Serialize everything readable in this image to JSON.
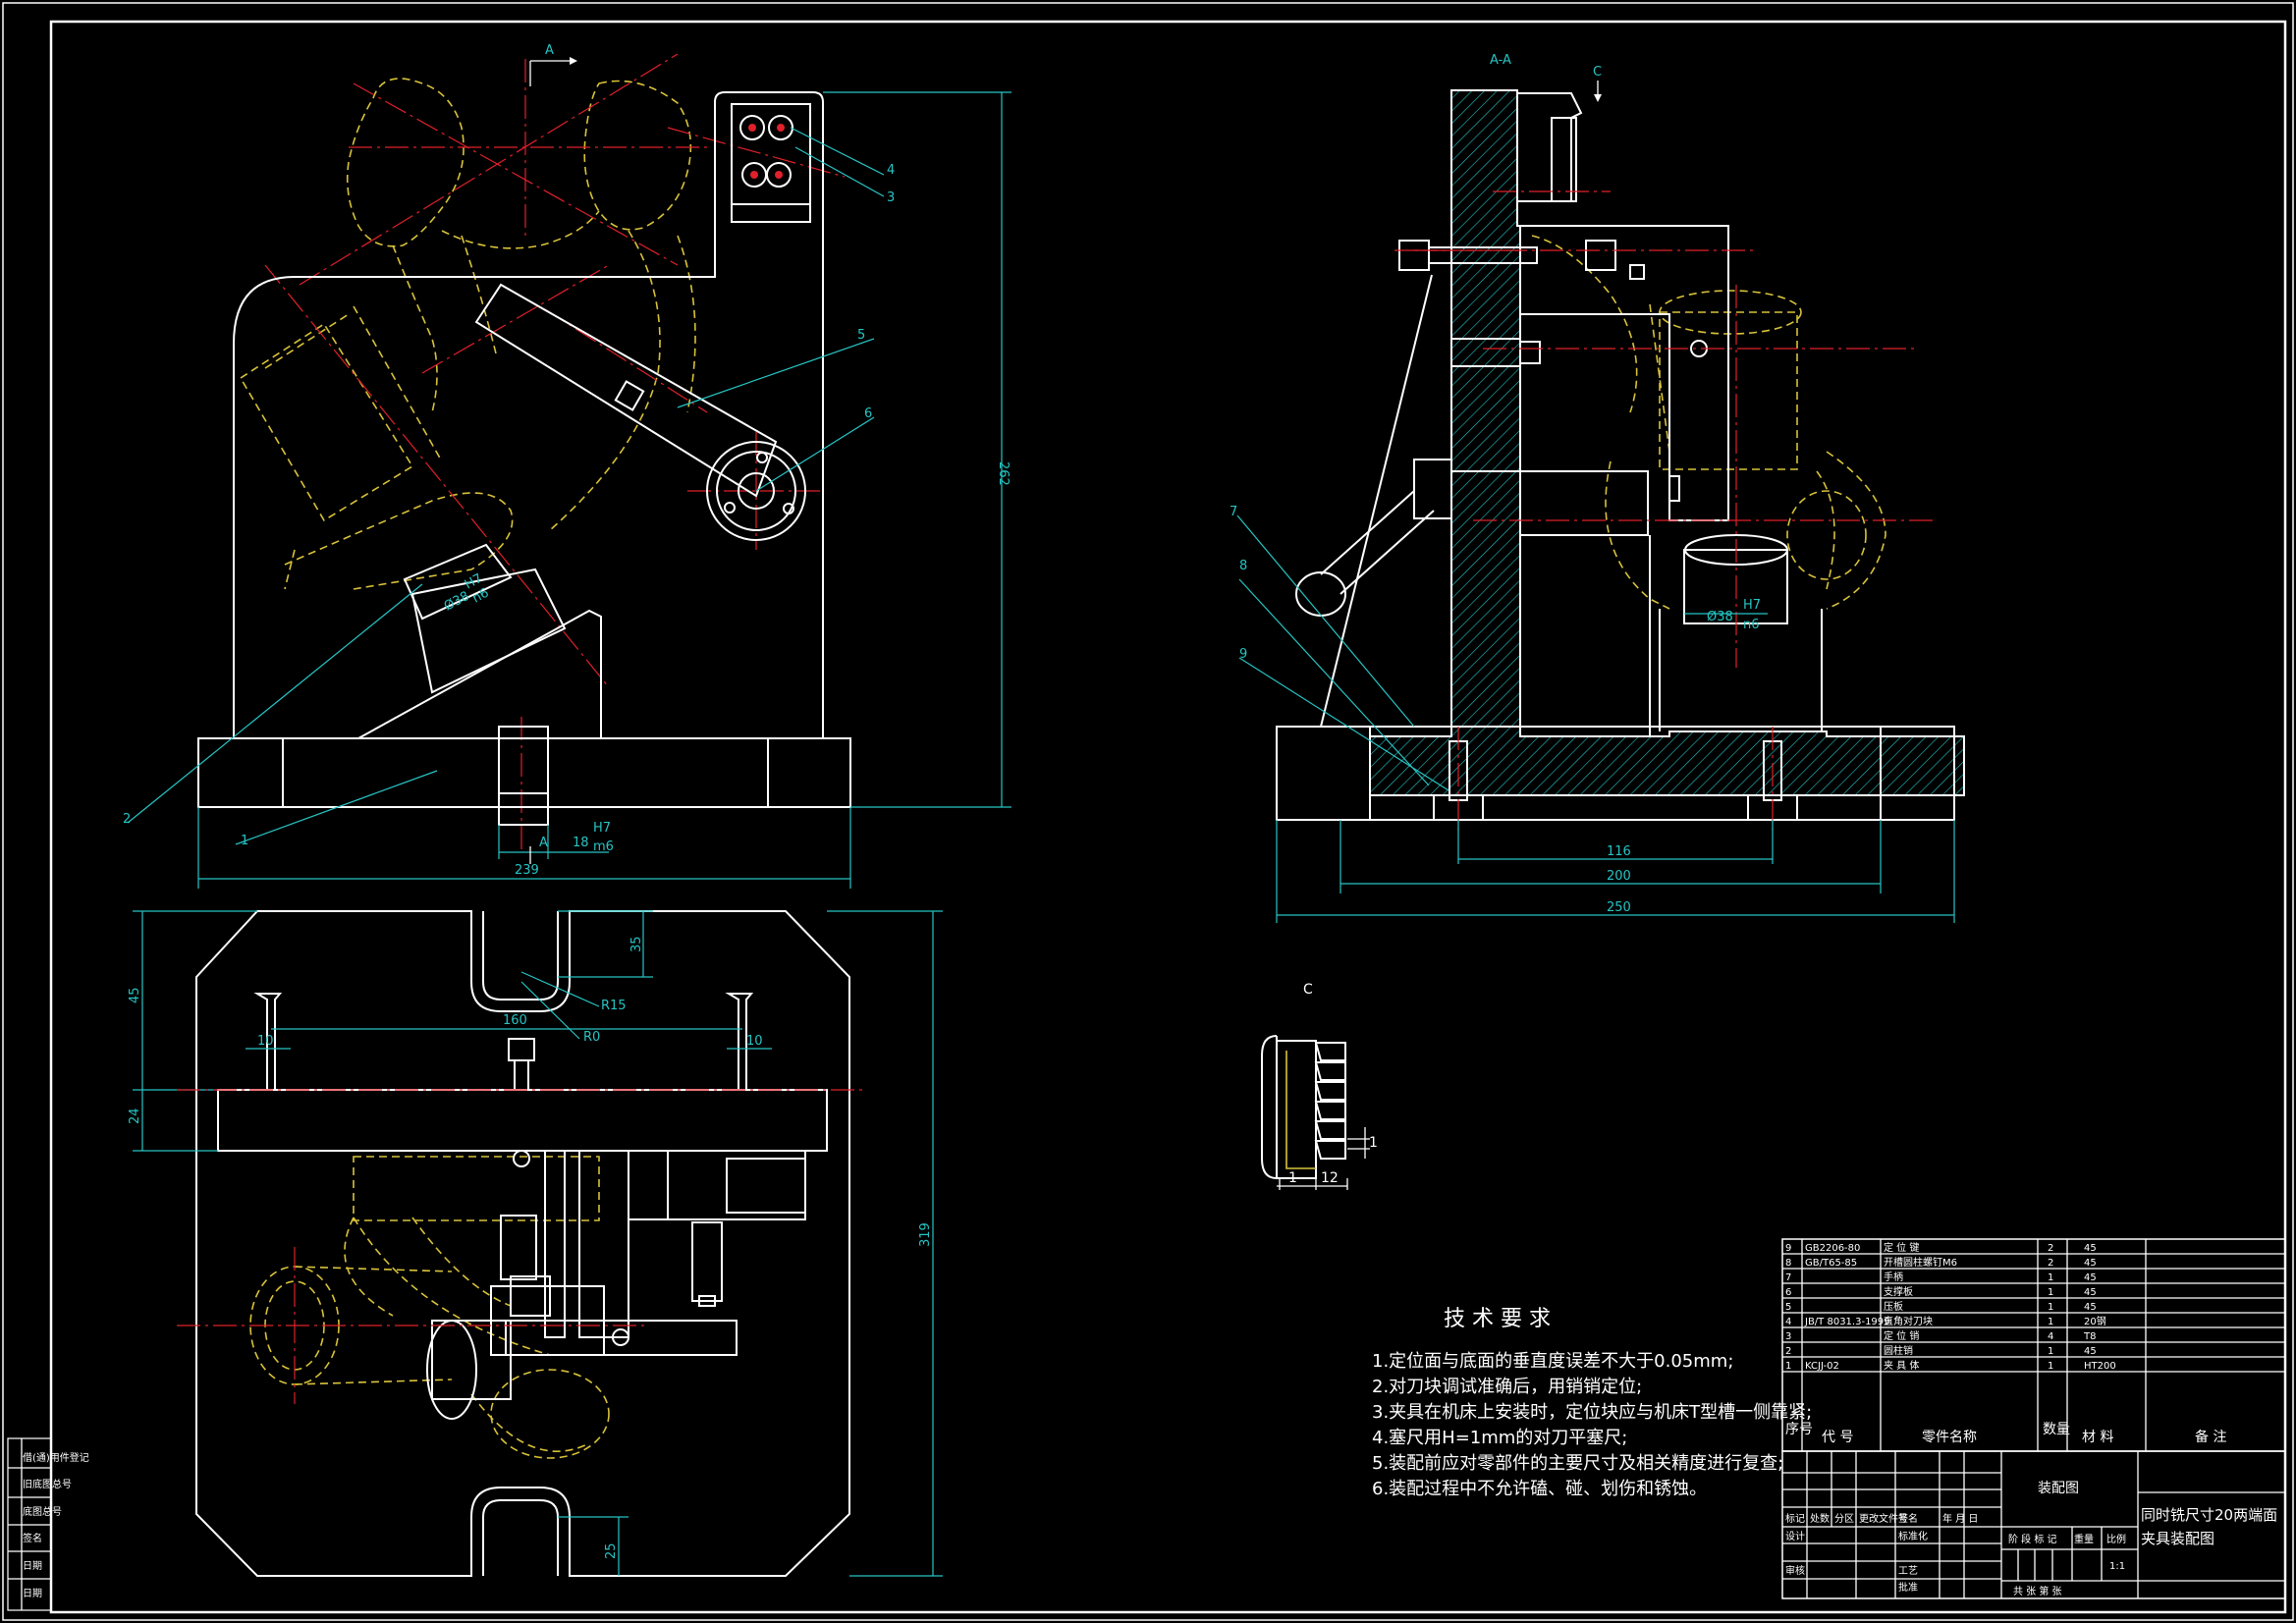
{
  "section_label": "A-A",
  "view_arrow_a_top": "A",
  "view_arrow_a_bottom": "A",
  "view_c_top": "C",
  "view_c_label": "C",
  "callouts_front": [
    "1",
    "2",
    "3",
    "4",
    "5",
    "6"
  ],
  "callouts_side": [
    "7",
    "8",
    "9"
  ],
  "dims_front": {
    "height": "262",
    "width": "239",
    "slot": "18",
    "slot_fit_top": "H7",
    "slot_fit_bottom": "m6",
    "bore": "Ø38",
    "bore_fit_top": "H7",
    "bore_fit_bottom": "n6"
  },
  "dims_side": {
    "w1": "116",
    "w2": "200",
    "w3": "250",
    "bore": "Ø38",
    "bore_fit_top": "H7",
    "bore_fit_bottom": "n6"
  },
  "dims_top": {
    "d35": "35",
    "d45": "45",
    "d24": "24",
    "d160": "160",
    "d10a": "10",
    "d10b": "10",
    "r15": "R15",
    "r80": "R0",
    "height": "319",
    "d25": "25"
  },
  "dims_c": {
    "a": "1",
    "b": "12",
    "c": "1"
  },
  "tech_title": "技 术 要 求",
  "tech_items": [
    "1.定位面与底面的垂直度误差不大于0.05mm;",
    "2.对刀块调试准确后，用销销定位;",
    "3.夹具在机床上安装时，定位块应与机床T型槽一侧靠紧;",
    "4.塞尺用H=1mm的对刀平塞尺;",
    "5.装配前应对零部件的主要尺寸及相关精度进行复查;",
    "6.装配过程中不允许磕、碰、划伤和锈蚀。"
  ],
  "bom": [
    {
      "no": "9",
      "code": "GB2206-80",
      "name": "定 位 键",
      "qty": "2",
      "mat": "45",
      "note": ""
    },
    {
      "no": "8",
      "code": "GB/T65-85",
      "name": "开槽圆柱螺钉M6",
      "qty": "2",
      "mat": "45",
      "note": ""
    },
    {
      "no": "7",
      "code": "",
      "name": "手柄",
      "qty": "1",
      "mat": "45",
      "note": ""
    },
    {
      "no": "6",
      "code": "",
      "name": "支撑板",
      "qty": "1",
      "mat": "45",
      "note": ""
    },
    {
      "no": "5",
      "code": "",
      "name": "压板",
      "qty": "1",
      "mat": "45",
      "note": ""
    },
    {
      "no": "4",
      "code": "JB/T 8031.3-1999",
      "name": "直角对刀块",
      "qty": "1",
      "mat": "20钢",
      "note": ""
    },
    {
      "no": "3",
      "code": "",
      "name": "定 位 销",
      "qty": "4",
      "mat": "T8",
      "note": ""
    },
    {
      "no": "2",
      "code": "",
      "name": "圆柱销",
      "qty": "1",
      "mat": "45",
      "note": ""
    },
    {
      "no": "1",
      "code": "KCJJ-02",
      "name": "夹 具 体",
      "qty": "1",
      "mat": "HT200",
      "note": ""
    }
  ],
  "bom_header": {
    "no": "序号",
    "code": "代 号",
    "name": "零件名称",
    "qty": "数量",
    "mat": "材 料",
    "note": "备 注"
  },
  "title_block": {
    "drawing_type": "装配图",
    "title_line1": "同时铣尺寸20两端面",
    "title_line2": "夹具装配图",
    "scale": "1:1",
    "row_labels": [
      "标记",
      "处数",
      "分区",
      "更改文件号",
      "签名",
      "年 月 日"
    ],
    "design": "设计",
    "check": "审核",
    "process": "工艺",
    "standard": "标准化",
    "approve": "批准",
    "stage": "阶 段 标 记",
    "weight": "重量",
    "ratio": "比例",
    "sheets": "共  张  第  张"
  },
  "side_strip": [
    "借(通)用件登记",
    "旧底图总号",
    "底图总号",
    "签名",
    "日期",
    "日期"
  ]
}
